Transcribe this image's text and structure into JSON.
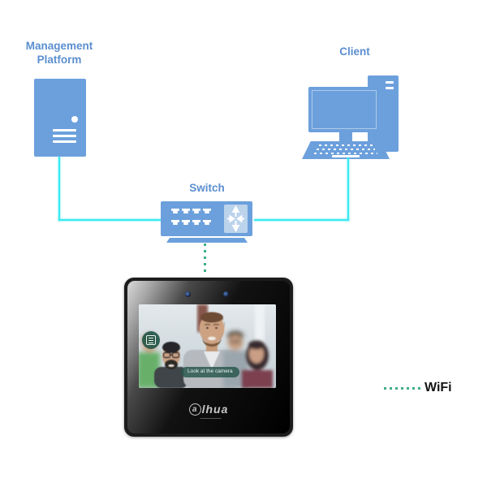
{
  "nodes": {
    "management_platform": {
      "label": "Management Platform"
    },
    "client": {
      "label": "Client"
    },
    "switch": {
      "label": "Switch"
    }
  },
  "device": {
    "logo_a": "a",
    "logo_rest": "lhua",
    "screen_prompt": "Look at the camera"
  },
  "legend": {
    "wifi_label": "WiFi"
  },
  "colors": {
    "icon_blue": "#6CA0DC",
    "icon_blue_light": "#BCD3EC",
    "label_blue": "#5B8FD0",
    "line_cyan": "#3EE9F2",
    "dot_green": "#3FAE85",
    "device_black": "#101010",
    "prompt_teal": "#2F6B5E"
  }
}
